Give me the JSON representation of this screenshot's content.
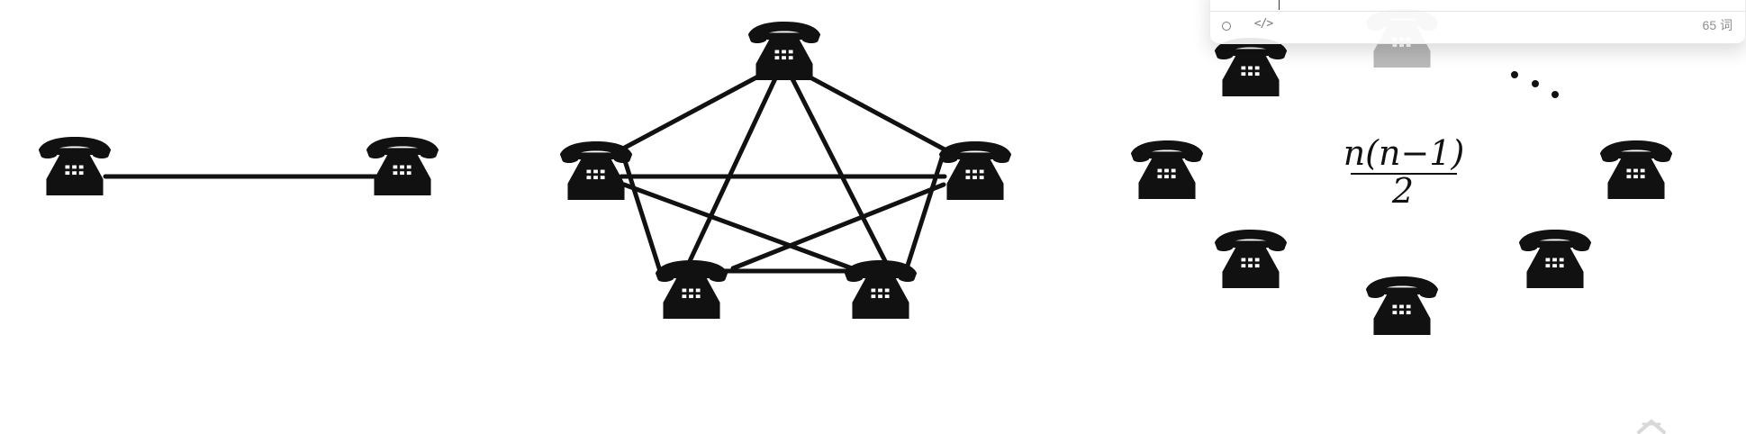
{
  "formula": {
    "numerator": "n(n−1)",
    "denominator": "2"
  },
  "popup": {
    "word_count": "65 词"
  },
  "icons": {
    "telephone": "telephone-icon",
    "circle": "circle-icon",
    "code": "code-icon"
  },
  "colors": {
    "ink": "#111111",
    "background": "#ffffff",
    "popup_text": "#8d8d8d"
  }
}
